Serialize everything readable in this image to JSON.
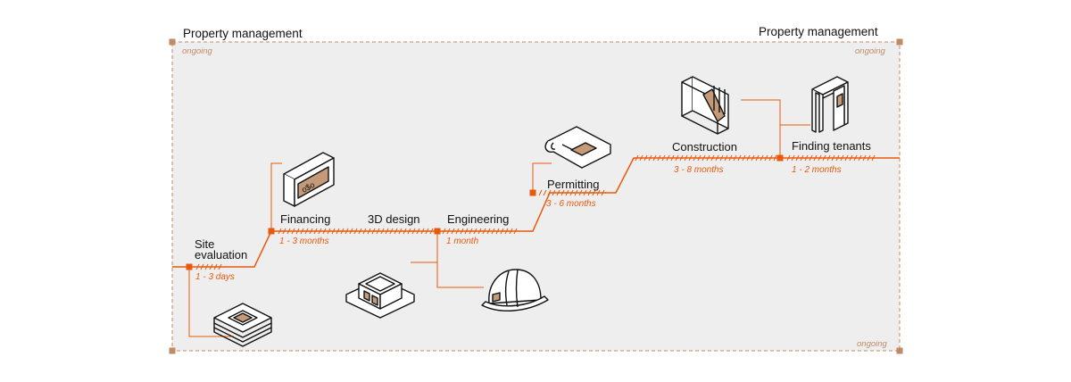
{
  "header": {
    "left_title": "Property management",
    "right_title": "Property management"
  },
  "ongoing": {
    "top_left": "ongoing",
    "top_right": "ongoing",
    "bottom_right": "ongoing"
  },
  "stages": [
    {
      "label_line1": "Site",
      "label_line2": "evaluation",
      "duration": "1 - 3 days",
      "icon": "site-evaluation-icon"
    },
    {
      "label": "Financing",
      "duration": "1 - 3 months",
      "icon": "money-icon"
    },
    {
      "label": "3D design",
      "icon": "3d-building-icon"
    },
    {
      "label": "Engineering",
      "duration": "1 month",
      "icon": "hard-hat-icon"
    },
    {
      "label": "Permitting",
      "duration": "3 - 6 months",
      "icon": "blueprint-icon"
    },
    {
      "label": "Construction",
      "duration": "3 - 8 months",
      "icon": "construction-wall-icon"
    },
    {
      "label": "Finding tenants",
      "duration": "1 - 2 months",
      "icon": "door-icon"
    }
  ],
  "colors": {
    "accent": "#e8590c",
    "frame": "#c08a66",
    "panel": "#efeeee",
    "icon_fill": "#c49a78",
    "ink": "#111111"
  }
}
